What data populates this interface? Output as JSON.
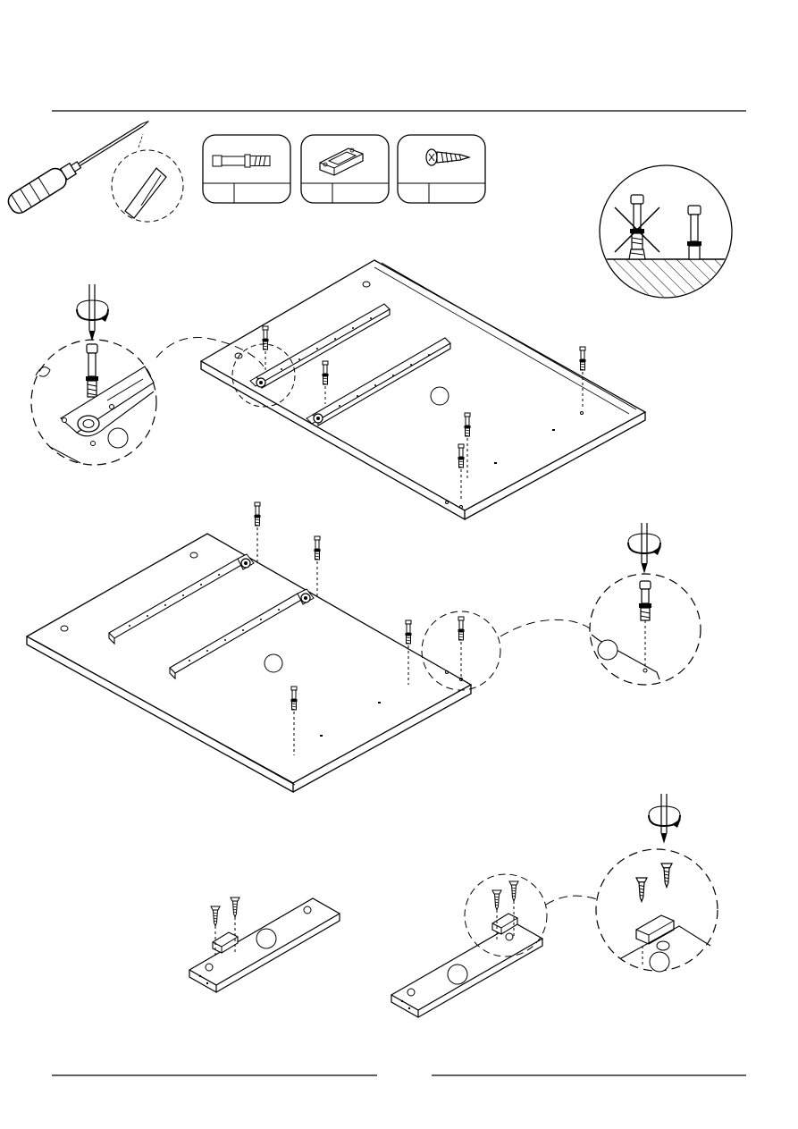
{
  "page": {
    "kind": "assembly-instruction-step",
    "text_labels": []
  },
  "tools": [
    {
      "name": "phillips-screwdriver",
      "icon": "screwdriver-icon"
    }
  ],
  "parts": [
    {
      "icon": "cam-bolt-icon",
      "code": "",
      "quantity": ""
    },
    {
      "icon": "drawer-catch-icon",
      "code": "",
      "quantity": ""
    },
    {
      "icon": "wood-screw-icon",
      "code": "",
      "quantity": ""
    }
  ],
  "notes": {
    "installation_depth": {
      "wrong": "cam-bolt-not-fully-seated",
      "right": "cam-bolt-fully-seated"
    }
  },
  "panels": [
    {
      "id": "upper-panel",
      "part_marker": ""
    },
    {
      "id": "lower-panel",
      "part_marker": ""
    },
    {
      "id": "left-rail",
      "part_marker": ""
    },
    {
      "id": "right-rail",
      "part_marker": ""
    }
  ],
  "colors": {
    "line": "#000000",
    "background": "#ffffff"
  }
}
